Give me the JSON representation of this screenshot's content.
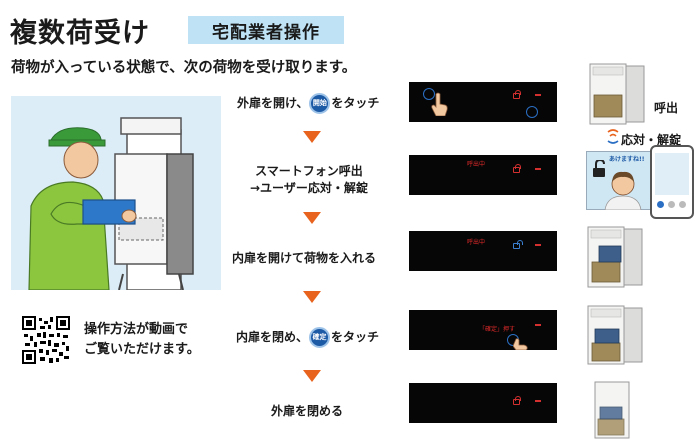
{
  "header": {
    "title": "複数荷受け",
    "tag": "宅配業者操作"
  },
  "subtitle": "荷物が入っている状態で、次の荷物を受け取ります。",
  "qr_caption": [
    "操作方法が動画で",
    "ご覧いただけます。"
  ],
  "steps": [
    {
      "before": "外扉を開け、",
      "badge": "開始",
      "after": "をタッチ"
    },
    {
      "line1": "スマートフォン呼出",
      "line2": "→ユーザー応対・解錠"
    },
    {
      "text": "内扉を開けて荷物を入れる"
    },
    {
      "before": "内扉を閉め、",
      "badge": "確定",
      "after": "をタッチ"
    },
    {
      "text": "外扉を閉める"
    }
  ],
  "screens": {
    "s2_text": "呼出中",
    "s3_text": "呼出中",
    "s4_text": "「確定」押す"
  },
  "callouts": {
    "call": "呼出",
    "respond": "応対・解錠"
  },
  "phone": {
    "bubble": "あけますね!!"
  },
  "colors": {
    "tag_bg": "#bfe3f5",
    "arrow": "#e8641e",
    "illus_bg": "#dcedf8",
    "badge": "#1d5aa6",
    "screen": "#060606"
  }
}
